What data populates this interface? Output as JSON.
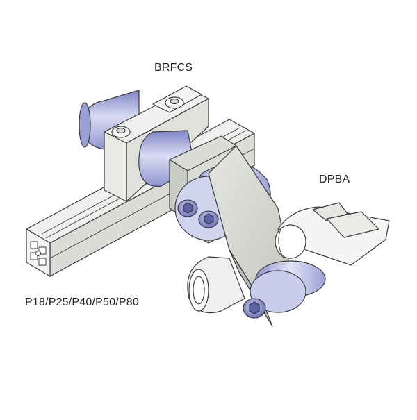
{
  "labels": {
    "top": "BRFCS",
    "right": "DPBA",
    "left": "P18/P25/P40/P50/P80"
  },
  "colors": {
    "steel_light": "#eef0ee",
    "steel_mid": "#d6d8d4",
    "steel_dark": "#b9bcb6",
    "anodized_light": "#d9dcf3",
    "anodized_mid": "#a9aee0",
    "anodized_dark": "#7e84c4",
    "outline": "#3a3a3a"
  }
}
